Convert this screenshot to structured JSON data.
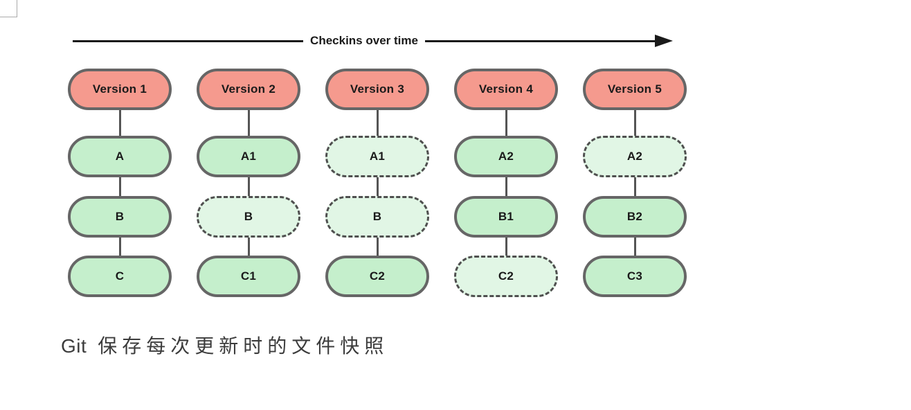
{
  "timeline": {
    "label": "Checkins over time"
  },
  "columns": [
    {
      "version": "Version 1",
      "files": [
        {
          "label": "A",
          "dashed": false
        },
        {
          "label": "B",
          "dashed": false
        },
        {
          "label": "C",
          "dashed": false
        }
      ]
    },
    {
      "version": "Version 2",
      "files": [
        {
          "label": "A1",
          "dashed": false
        },
        {
          "label": "B",
          "dashed": true
        },
        {
          "label": "C1",
          "dashed": false
        }
      ]
    },
    {
      "version": "Version 3",
      "files": [
        {
          "label": "A1",
          "dashed": true
        },
        {
          "label": "B",
          "dashed": true
        },
        {
          "label": "C2",
          "dashed": false
        }
      ]
    },
    {
      "version": "Version 4",
      "files": [
        {
          "label": "A2",
          "dashed": false
        },
        {
          "label": "B1",
          "dashed": false
        },
        {
          "label": "C2",
          "dashed": true
        }
      ]
    },
    {
      "version": "Version 5",
      "files": [
        {
          "label": "A2",
          "dashed": true
        },
        {
          "label": "B2",
          "dashed": false
        },
        {
          "label": "C3",
          "dashed": false
        }
      ]
    }
  ],
  "caption": {
    "prefix": "Git",
    "text": "保存每次更新时的文件快照"
  },
  "colors": {
    "version_fill": "#f59a8e",
    "file_fill": "#c5efcc",
    "file_dashed_fill": "#e1f6e5",
    "node_border": "#666666",
    "dashed_border": "#4f4f4f",
    "connector": "#555555",
    "ink": "#1a1a1a",
    "caption_ink": "#3c3c3c",
    "artifact_border": "#aaaaaa"
  }
}
